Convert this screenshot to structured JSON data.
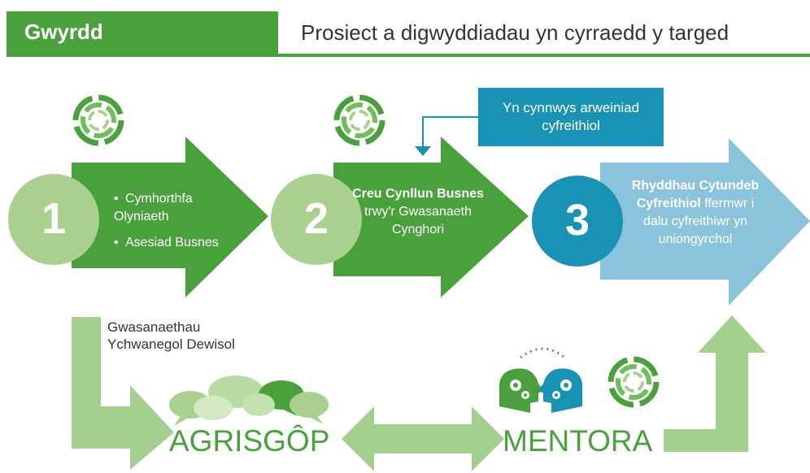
{
  "header": {
    "category": "Gwyrdd",
    "title": "Prosiect a digwyddiadau yn cyrraedd y targed"
  },
  "colors": {
    "green_dark": "#4aa03c",
    "green_light": "#a5cf8e",
    "green_circle": "#a9d08e",
    "teal": "#1a92b3",
    "blue_light": "#8cc3dc"
  },
  "icons": [
    "recycle-swirl-icon",
    "speech-bubbles-icon",
    "heads-gears-icon"
  ],
  "steps": [
    {
      "number": "1",
      "bullets": [
        "Cymhorthfa Olyniaeth",
        "Asesiad Busnes"
      ]
    },
    {
      "number": "2",
      "bold": "Creu Cynllun Busnes",
      "text": "trwy'r Gwasanaeth Cynghori"
    },
    {
      "number": "3",
      "bold": "Rhyddhau Cytundeb Cyfreithiol",
      "text": "ffermwr i dalu cyfreithiwr yn uniongyrchol"
    }
  ],
  "callout": "Yn cynnwys arweiniad cyfreithiol",
  "optional_services": "Gwasanaethau Ychwanegol Dewisol",
  "agrisgop": "AGRISGÔP",
  "mentora": "MENTORA"
}
